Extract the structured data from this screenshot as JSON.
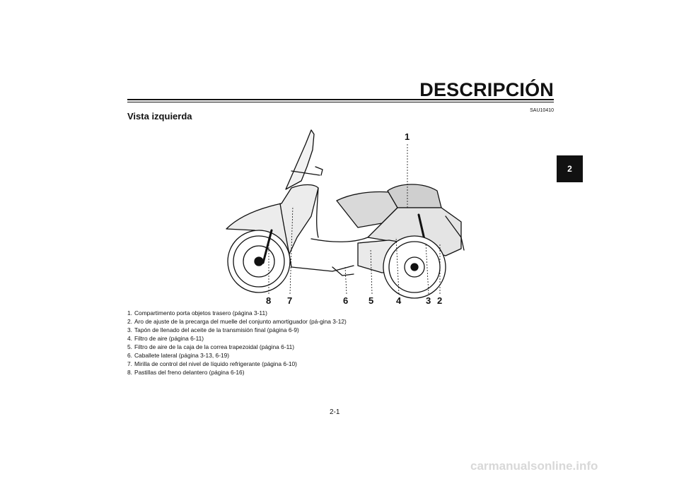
{
  "header": {
    "title": "DESCRIPCIÓN"
  },
  "section": {
    "code": "SAU10410",
    "title": "Vista izquierda"
  },
  "tab": {
    "number": "2"
  },
  "diagram": {
    "callouts": [
      "1",
      "2",
      "3",
      "4",
      "5",
      "6",
      "7",
      "8"
    ]
  },
  "legend": [
    {
      "num": "1.",
      "text": "Compartimento porta objetos trasero (página 3-11)"
    },
    {
      "num": "2.",
      "text": "Aro de ajuste de la precarga del muelle del conjunto amortiguador (pá-gina 3-12)"
    },
    {
      "num": "3.",
      "text": "Tapón de llenado del aceite de la transmisión final (página 6-9)"
    },
    {
      "num": "4.",
      "text": "Filtro de aire (página 6-11)"
    },
    {
      "num": "5.",
      "text": "Filtro de aire de la caja de la correa trapezoidal (página 6-11)"
    },
    {
      "num": "6.",
      "text": "Caballete lateral (página 3-13, 6-19)"
    },
    {
      "num": "7.",
      "text": "Mirilla de control del nivel de líquido refrigerante (página 6-10)"
    },
    {
      "num": "8.",
      "text": "Pastillas del freno delantero (página 6-16)"
    }
  ],
  "footer": {
    "page": "2-1",
    "watermark": "carmanualsonline.info"
  }
}
